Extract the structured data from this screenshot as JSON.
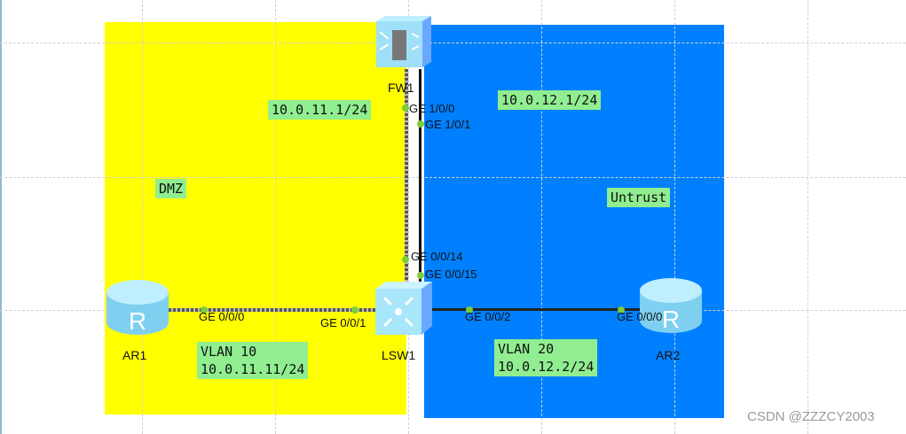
{
  "zones": [
    {
      "name": "DMZ",
      "color": "#ffff00"
    },
    {
      "name": "Untrust",
      "color": "#0080ff"
    }
  ],
  "devices": {
    "fw": "FW1",
    "lsw": "LSW1",
    "ar1": "AR1",
    "ar2": "AR2"
  },
  "ports": {
    "fw_ge100": "GE 1/0/0",
    "fw_ge101": "GE 1/0/1",
    "lsw_ge0014": "GE 0/0/14",
    "lsw_ge0015": "GE 0/0/15",
    "ar1_ge000": "GE 0/0/0",
    "lsw_ge001": "GE 0/0/1",
    "lsw_ge002": "GE 0/0/2",
    "ar2_ge000": "GE 0/0/0"
  },
  "labels": {
    "dmz_ip": "10.0.11.1/24",
    "untrust_ip": "10.0.12.1/24",
    "vlan10": "VLAN 10\n10.0.11.11/24",
    "vlan20": "VLAN 20\n10.0.12.2/24"
  },
  "watermark": "CSDN @ZZZCY2003"
}
